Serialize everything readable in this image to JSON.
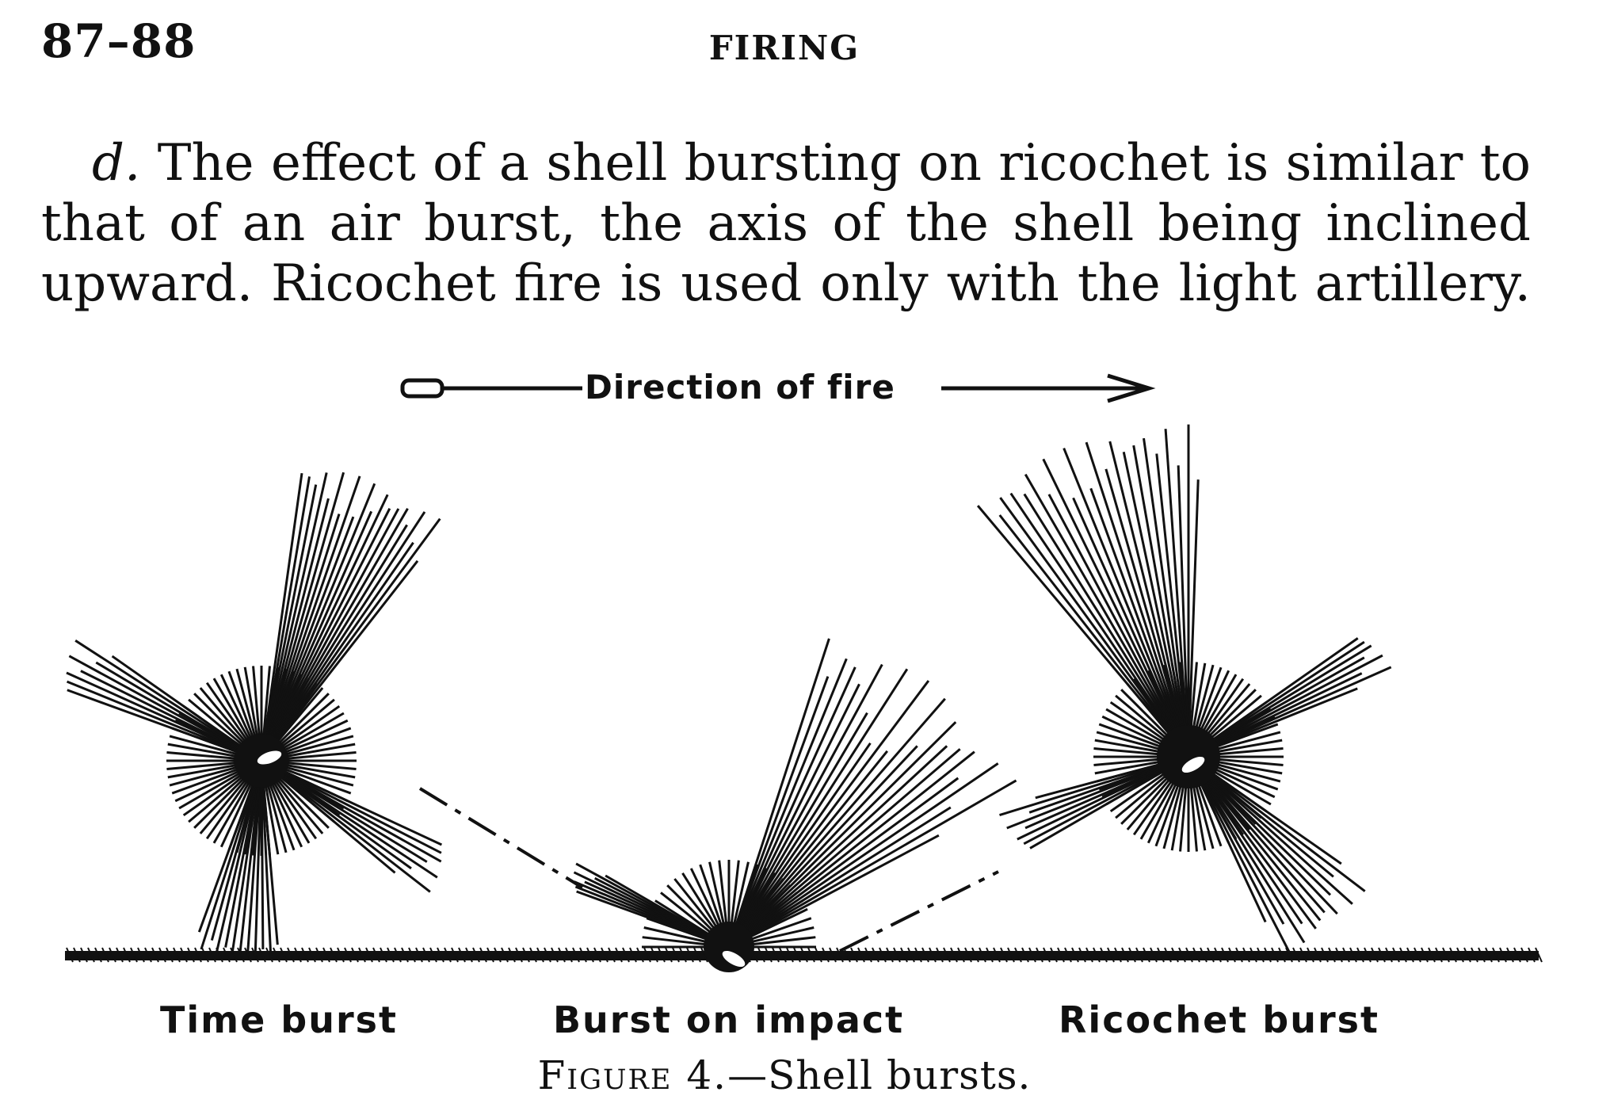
{
  "header": {
    "page_numbers": "87–88",
    "running_head": "FIRING"
  },
  "paragraph": {
    "lead": "d.",
    "line1": "The effect of a shell bursting on ricochet is similar to",
    "line2": "that of an air burst, the axis of the shell being inclined",
    "line3": "upward.  Ricochet fire is used only with the light artillery."
  },
  "figure": {
    "direction_label": "Direction of fire",
    "labels": {
      "time_burst": "Time burst",
      "impact_burst": "Burst on impact",
      "ricochet_burst": "Ricochet burst"
    },
    "caption_prefix": "Figure 4.",
    "caption_text": "—Shell bursts."
  }
}
